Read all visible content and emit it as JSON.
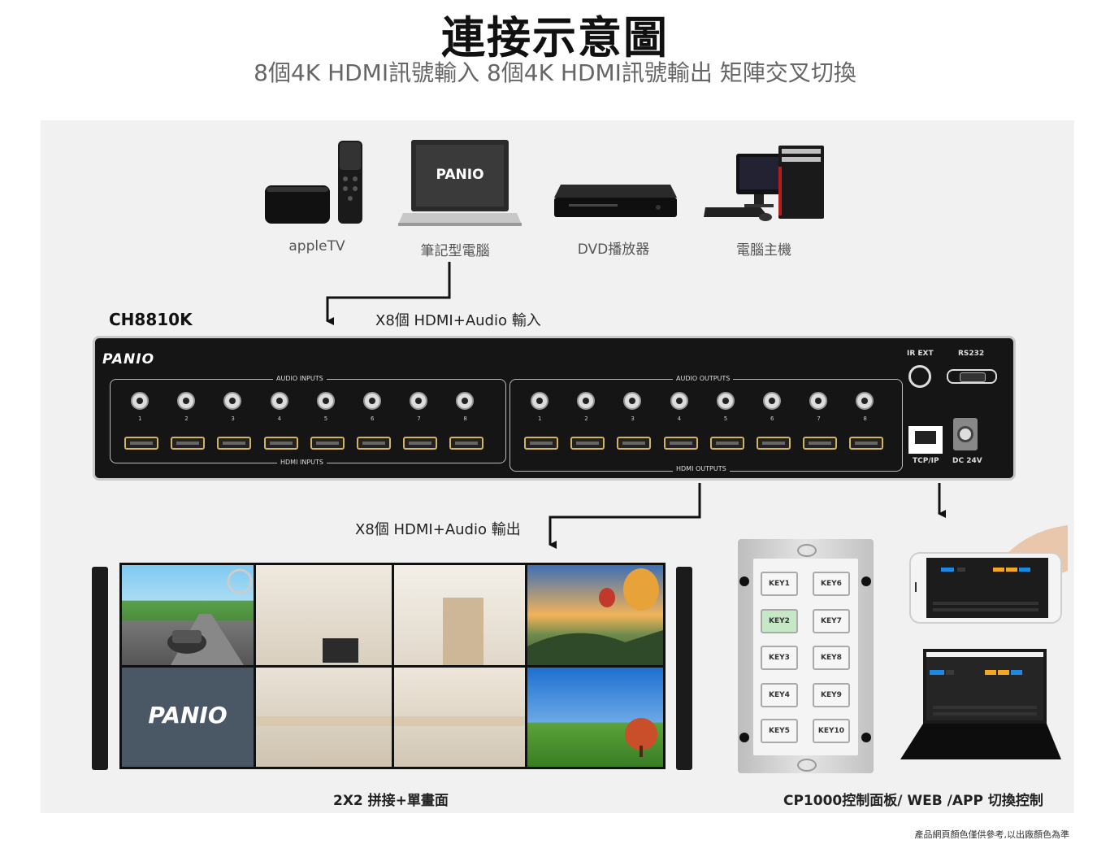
{
  "title": "連接示意圖",
  "subtitle": "8個4K HDMI訊號輸入 8個4K HDMI訊號輸出 矩陣交叉切換",
  "sources": [
    {
      "label": "appleTV"
    },
    {
      "label": "筆記型電腦"
    },
    {
      "label": "DVD播放器"
    },
    {
      "label": "電腦主機"
    }
  ],
  "brand": "PANIO",
  "model": "CH8810K",
  "input_label": "X8個 HDMI+Audio 輸入",
  "output_label": "X8個 HDMI+Audio 輸出",
  "device": {
    "audio_inputs": "AUDIO INPUTS",
    "audio_outputs": "AUDIO OUTPUTS",
    "hdmi_inputs": "HDMI INPUTS",
    "hdmi_outputs": "HDMI OUTPUTS",
    "port_numbers": [
      "1",
      "2",
      "3",
      "4",
      "5",
      "6",
      "7",
      "8"
    ],
    "ir_ext": "IR EXT",
    "rs232": "RS232",
    "tcpip": "TCP/IP",
    "dc": "DC 24V"
  },
  "videowall_label": "2X2 拼接+單畫面",
  "control_label": "CP1000控制面板/ WEB /APP 切換控制",
  "keypad": {
    "keys_left": [
      "KEY1",
      "KEY2",
      "KEY3",
      "KEY4",
      "KEY5"
    ],
    "keys_right": [
      "KEY6",
      "KEY7",
      "KEY8",
      "KEY9",
      "KEY10"
    ]
  },
  "colors": {
    "panel_bg": "#f1f1f1",
    "device_body": "#151515",
    "hdmi_gold": "#d4b264",
    "active_key": "#c6e8c6",
    "ui_blue": "#1e88e5",
    "ui_orange": "#f5a623"
  },
  "footnote": "產品網頁顏色僅供參考,以出廠顏色為準"
}
